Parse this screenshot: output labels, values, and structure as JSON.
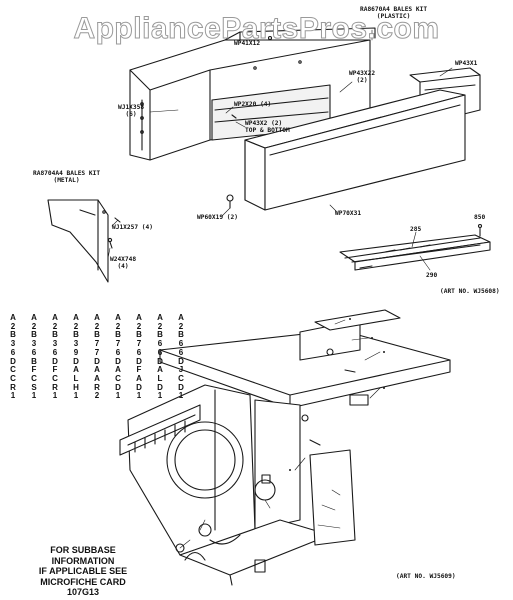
{
  "watermark": "AppliancePartsPros.com",
  "labels": {
    "rb_plastic_1": "RA8670A4 BALES KIT",
    "rb_plastic_2": "(PLASTIC)",
    "wp_top": "WP41X12",
    "wj1x358_1": "WJ1X358",
    "wj1x358_2": "(6)",
    "wp43x22_1": "WP43X22",
    "wp43x22_2": "(2)",
    "wp43x1": "WP43X1",
    "wp2x20": "WP2X20 (4)",
    "wp43x2_1": "WP43X2 (2)",
    "wp43x2_2": "TOP & BOTTOM",
    "rb_metal_1": "RA8704A4 BALES KIT",
    "rb_metal_2": "(METAL)",
    "wj1x257": "WJ1X257 (4)",
    "w24x748_1": "W24X748",
    "w24x748_2": "(4)",
    "wp60x19": "WP60X19 (2)",
    "wp70x31": "WP70X31",
    "n850": "850",
    "n285": "285",
    "n290": "290",
    "art_1": "(ART NO. WJ5608)",
    "art_2": "(ART NO. WJ5609)"
  },
  "model_columns": [
    [
      "A",
      "2",
      "B",
      "3",
      "6",
      "D",
      "C",
      "C",
      "R",
      "1"
    ],
    [
      "A",
      "2",
      "B",
      "3",
      "6",
      "B",
      "F",
      "C",
      "S",
      "1"
    ],
    [
      "A",
      "2",
      "B",
      "3",
      "6",
      "D",
      "F",
      "C",
      "R",
      "1"
    ],
    [
      "A",
      "2",
      "B",
      "3",
      "9",
      "D",
      "A",
      "L",
      "H",
      "1"
    ],
    [
      "A",
      "2",
      "B",
      "7",
      "7",
      "D",
      "A",
      "A",
      "R",
      "2"
    ],
    [
      "A",
      "2",
      "B",
      "7",
      "6",
      "D",
      "A",
      "C",
      "D",
      "1"
    ],
    [
      "A",
      "2",
      "B",
      "7",
      "6",
      "D",
      "F",
      "A",
      "D",
      "1"
    ],
    [
      "A",
      "2",
      "B",
      "6",
      "6",
      "D",
      "A",
      "L",
      "D",
      "1"
    ],
    [
      "A",
      "2",
      "B",
      "6",
      "6",
      "D",
      "J",
      "C",
      "D",
      "1"
    ]
  ],
  "note_lines": [
    "FOR SUBBASE INFORMATION",
    "IF APPLICABLE SEE",
    "MICROFICHE CARD",
    "107G13"
  ]
}
